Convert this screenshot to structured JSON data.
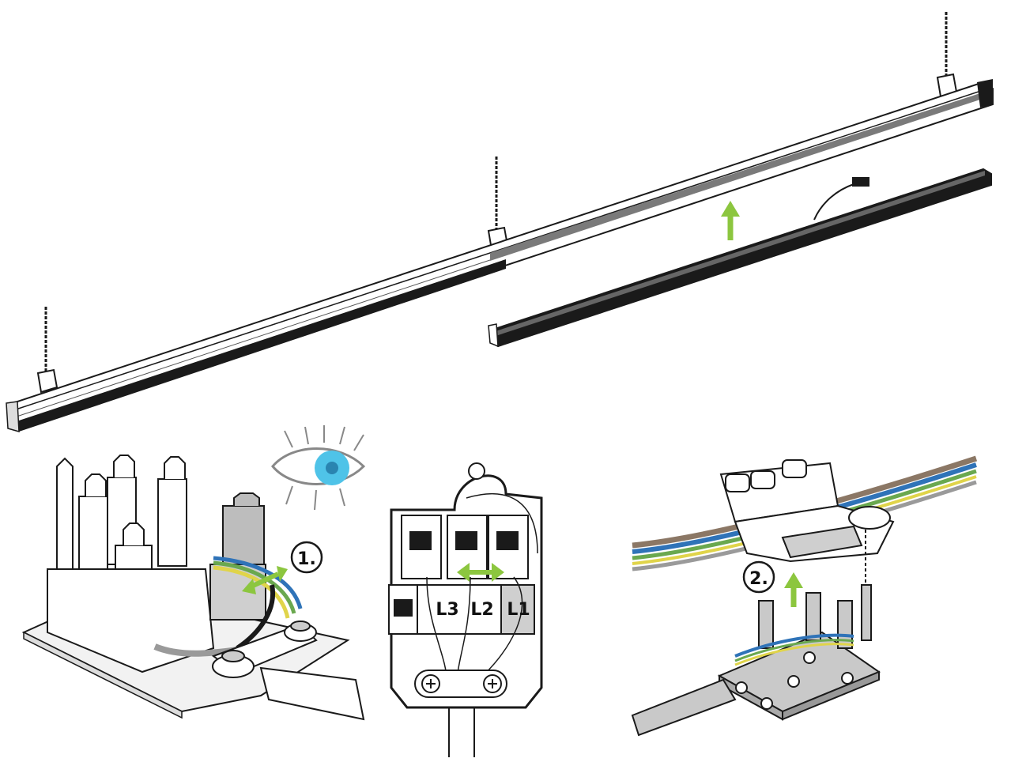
{
  "step1": {
    "label": "1."
  },
  "step2": {
    "label": "2."
  },
  "terminals": {
    "l3": "L3",
    "l2": "L2",
    "l1": "L1"
  },
  "colors": {
    "arrow": "#8cc63f",
    "outline": "#1a1a1a",
    "part_gray": "#c9c9c9",
    "wire_brown": "#8b7765",
    "wire_blue": "#2f73b8",
    "wire_green": "#6aa84f",
    "wire_yellow": "#e0d44a",
    "wire_gray": "#9a9a9a",
    "eye_iris": "#4fc3e8"
  },
  "icons": [
    "eye-icon",
    "suspension-chain-icon",
    "screw-icon",
    "arrow-up-icon",
    "double-arrow-icon"
  ]
}
